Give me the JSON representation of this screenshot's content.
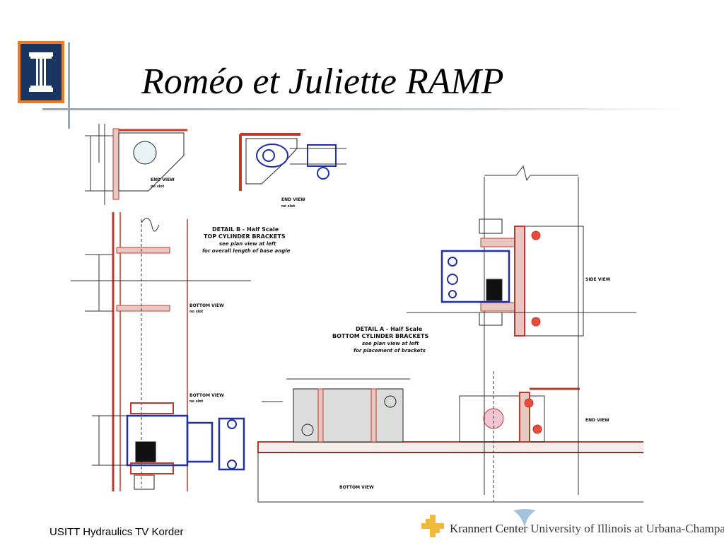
{
  "slide": {
    "title": "Roméo et Juliette RAMP",
    "footer_left": "USITT Hydraulics TV Korder",
    "footer_brand": "Krannert Center",
    "footer_university": "University of Illinois at Urbana-Champaign"
  },
  "drawing": {
    "labels": {
      "end_view_top": "END VIEW",
      "end_view_top_sub": "no slot",
      "end_view_mid": "END VIEW",
      "end_view_mid_sub": "no slot",
      "detail_b_1": "DETAIL B - Half Scale",
      "detail_b_2": "TOP CYLINDER BRACKETS",
      "detail_b_3": "see plan view at left",
      "detail_b_4": "for overall length of base angle",
      "bottom_view_1": "BOTTOM VIEW",
      "bottom_view_1_sub": "no slot",
      "detail_a_1": "DETAIL A - Half Scale",
      "detail_a_2": "BOTTOM CYLINDER BRACKETS",
      "detail_a_3": "see plan view at left",
      "detail_a_4": "for placement of brackets",
      "bottom_view_2": "BOTTOM VIEW",
      "bottom_view_2_sub": "no slot",
      "side_view": "SIDE VIEW",
      "end_view_right": "END VIEW",
      "bottom_view_3": "BOTTOM VIEW"
    },
    "colors": {
      "steel": "#c0392b",
      "cylinder": "#1f2fa8",
      "outline": "#333333"
    }
  }
}
